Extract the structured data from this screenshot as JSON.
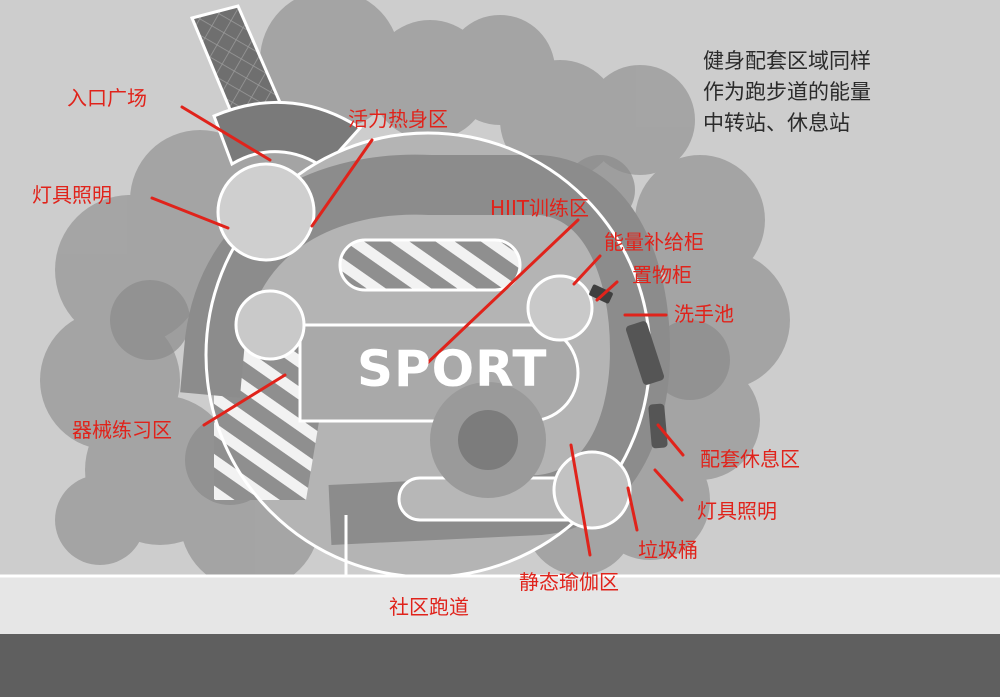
{
  "note": {
    "lines": [
      "健身配套区域同样",
      "作为跑步道的能量",
      "中转站、休息站"
    ]
  },
  "center_title": "SPORT",
  "labels": {
    "entrance_plaza": "入口广场",
    "lighting_left": "灯具照明",
    "warmup_zone": "活力热身区",
    "hiit_zone": "HIIT训练区",
    "energy_cabinet": "能量补给柜",
    "storage_cabinet": "置物柜",
    "hand_sink": "洗手池",
    "equipment_zone": "器械练习区",
    "rest_area": "配套休息区",
    "lighting_right": "灯具照明",
    "trash_bin": "垃圾桶",
    "yoga_zone": "静态瑜伽区",
    "community_track": "社区跑道"
  },
  "colors": {
    "annotation": "#e0231b",
    "note_text": "#2b2b2b",
    "plan_line": "#ffffff",
    "background": "#cfcfcf"
  }
}
